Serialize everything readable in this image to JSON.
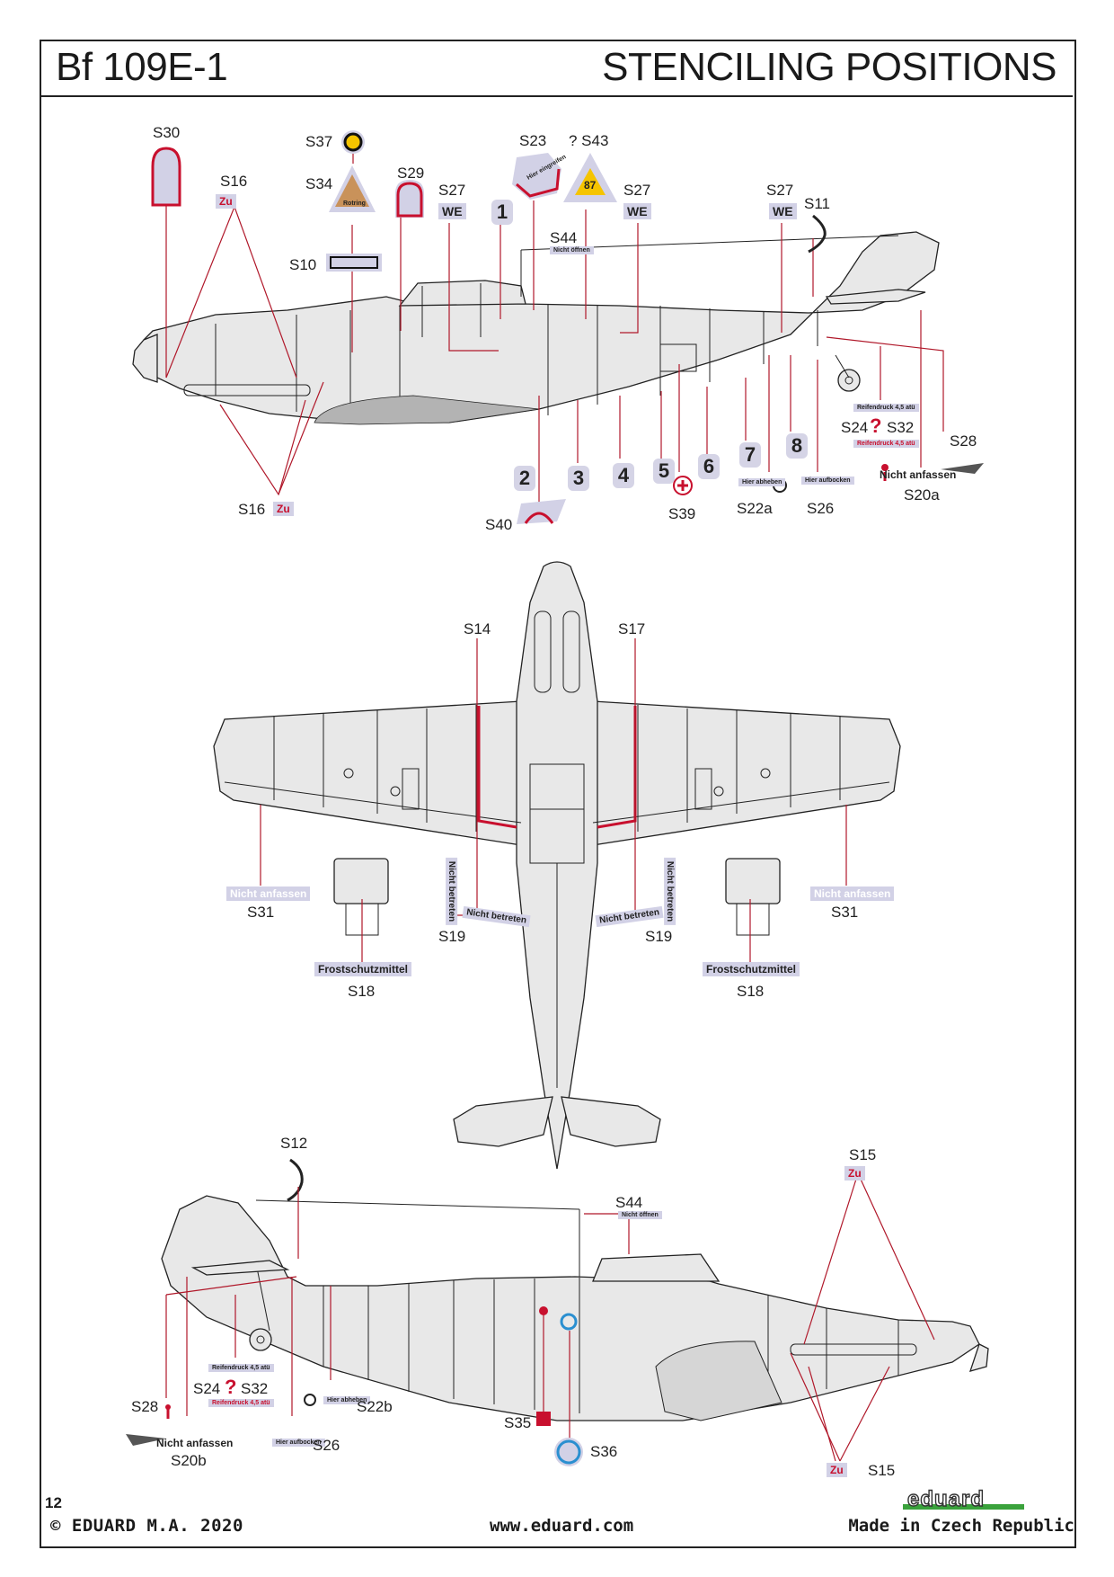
{
  "header": {
    "model": "Bf 109E-1",
    "title": "STENCILING POSITIONS"
  },
  "side_view_left": {
    "labels": {
      "s30": "S30",
      "s16_top": "S16",
      "s37": "S37",
      "s34": "S34",
      "s29": "S29",
      "s27_a": "S27",
      "s10": "S10",
      "s23": "S23",
      "s43": "? S43",
      "s44": "S44",
      "s27_b": "S27",
      "s27_c": "S27",
      "s11": "S11",
      "s16_bottom": "S16",
      "s40": "S40",
      "s39": "S39",
      "s22a": "S22a",
      "s26": "S26",
      "s24": "S24",
      "s32": "S32",
      "s28": "S28",
      "s20a": "S20a"
    },
    "stencil_texts": {
      "zu": "Zu",
      "we": "WE",
      "rotring": "Rotring",
      "fuel_octane": "87",
      "nicht_oeffnen": "Nicht öffnen",
      "hier_eingreifen": "Hier eingreifen",
      "hier_abheben": "Hier abheben",
      "hier_aufbocken": "Hier aufbocken",
      "reifendruck": "Reifendruck 4,5 atü",
      "nicht_anfassen": "Nicht anfassen",
      "question_mark": "?"
    },
    "station_numbers": [
      "1",
      "2",
      "3",
      "4",
      "5",
      "6",
      "7",
      "8"
    ]
  },
  "plan_view": {
    "labels": {
      "s14": "S14",
      "s17": "S17",
      "s31_left": "S31",
      "s31_right": "S31",
      "s19_left": "S19",
      "s19_right": "S19",
      "s18_left": "S18",
      "s18_right": "S18"
    },
    "stencil_texts": {
      "nicht_anfassen": "Nicht anfassen",
      "nicht_betreten": "Nicht betreten",
      "frostschutzmittel": "Frostschutzmittel"
    }
  },
  "side_view_right": {
    "labels": {
      "s12": "S12",
      "s44": "S44",
      "s15_top": "S15",
      "s15_bottom": "S15",
      "s28": "S28",
      "s24": "S24",
      "s32": "S32",
      "s22b": "S22b",
      "s26": "S26",
      "s35": "S35",
      "s36": "S36",
      "s20b": "S20b"
    },
    "stencil_texts": {
      "zu": "Zu",
      "nicht_oeffnen": "Nicht öffnen",
      "hier_abheben": "Hier abheben",
      "hier_aufbocken": "Hier aufbocken",
      "reifendruck": "Reifendruck 4,5 atü",
      "nicht_anfassen": "Nicht anfassen",
      "question_mark": "?"
    }
  },
  "footer": {
    "page_number": "12",
    "copyright": "© EDUARD  M.A. 2020",
    "website": "www.eduard.com",
    "origin": "Made in Czech Republic",
    "logo": "eduard"
  },
  "colors": {
    "aircraft_fill": "#e8e8e8",
    "leader_line": "#b0182a",
    "stencil_red": "#c8102e",
    "decal_backing": "#d2d1e6",
    "outline": "#222222",
    "shadow_grey": "#b3b3b3",
    "yellow": "#f5c400",
    "tan": "#c9925a",
    "blue": "#2a8fd0",
    "logo_green": "#3aa23c"
  }
}
